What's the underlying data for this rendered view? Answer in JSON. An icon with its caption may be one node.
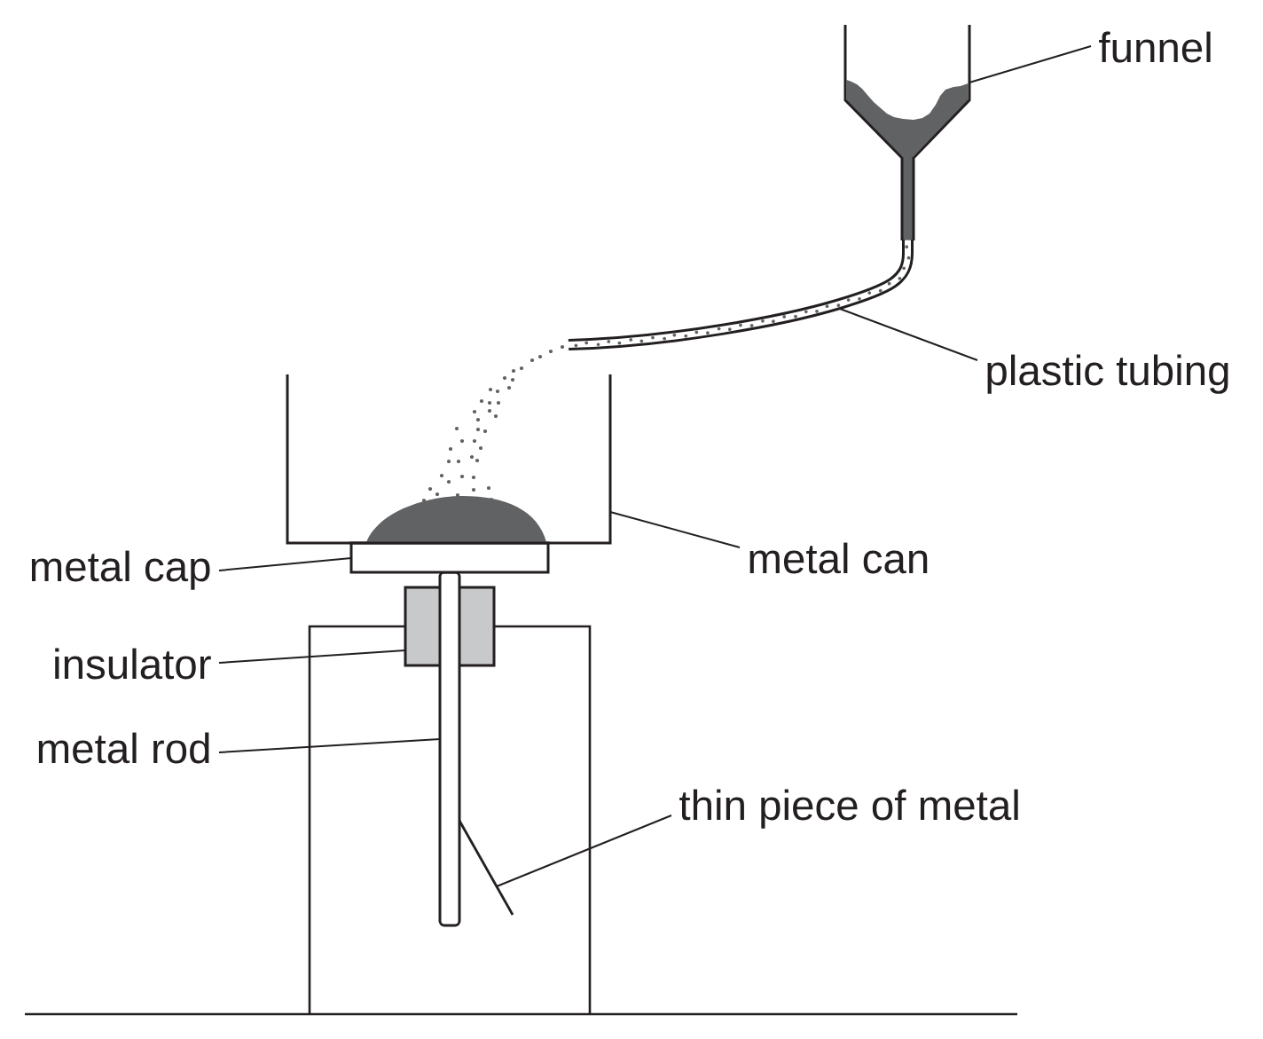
{
  "diagram": {
    "nodes": [
      {
        "text": [
          "funnel"
        ]
      },
      {
        "text": [],
        "shape": "picture"
      },
      {
        "text": [
          "plastic tubing"
        ]
      },
      {
        "text": [],
        "shape": "picture"
      },
      {
        "text": [],
        "shape": "box"
      },
      {
        "text": [
          "metal can"
        ]
      },
      {
        "text": [
          "metal cap"
        ]
      },
      {
        "text": [],
        "shape": "box"
      },
      {
        "text": [
          "insulator"
        ]
      },
      {
        "text": [],
        "shape": "box"
      },
      {
        "text": [
          "metal rod"
        ]
      },
      {
        "text": [],
        "shape": "bar"
      },
      {
        "text": [
          "thin piece of metal"
        ]
      },
      {
        "text": [],
        "shape": "line"
      }
    ],
    "edges": [
      {
        "from": 0,
        "to": 1,
        "arrow": "none"
      },
      {
        "from": 2,
        "to": 3,
        "arrow": "none"
      },
      {
        "from": 5,
        "to": 4,
        "arrow": "none"
      },
      {
        "from": 6,
        "to": 7,
        "arrow": "none"
      },
      {
        "from": 8,
        "to": 9,
        "arrow": "none"
      },
      {
        "from": 10,
        "to": 11,
        "arrow": "none"
      },
      {
        "from": 12,
        "to": 13,
        "arrow": "none"
      }
    ]
  }
}
